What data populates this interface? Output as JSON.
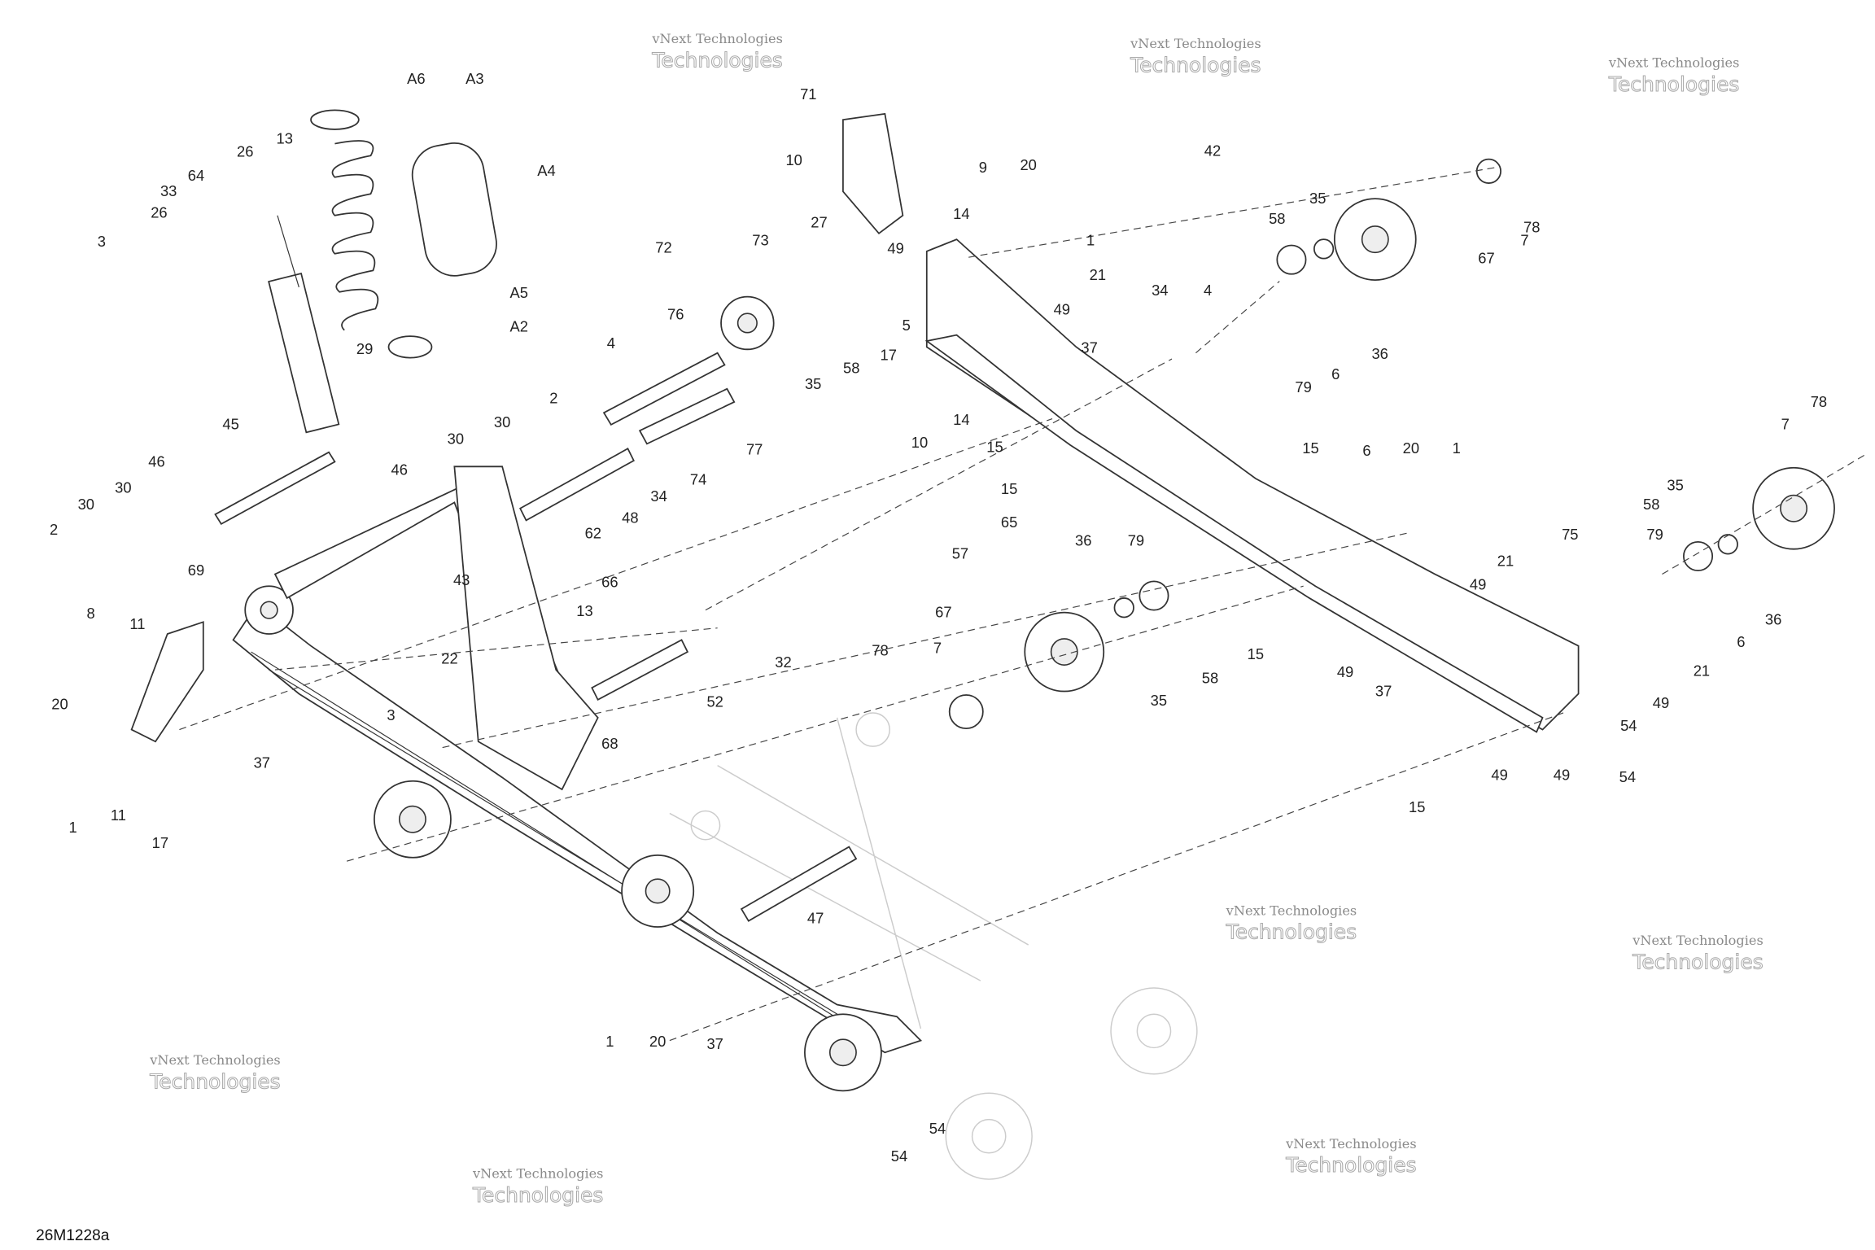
{
  "diagram": {
    "reference_code": "26M1228a",
    "watermark": {
      "line1": "vNext Technologies",
      "line2": "Technologies",
      "line_top": "vNext"
    },
    "callouts": [
      "A6",
      "A3",
      "A4",
      "A5",
      "A2",
      "26",
      "13",
      "64",
      "33",
      "26",
      "3",
      "29",
      "2",
      "30",
      "30",
      "46",
      "45",
      "46",
      "30",
      "30",
      "2",
      "69",
      "8",
      "11",
      "20",
      "11",
      "1",
      "17",
      "37",
      "22",
      "3",
      "43",
      "66",
      "13",
      "32",
      "52",
      "68",
      "47",
      "1",
      "20",
      "37",
      "54",
      "54",
      "76",
      "72",
      "73",
      "27",
      "71",
      "10",
      "9",
      "20",
      "1",
      "21",
      "49",
      "5",
      "17",
      "58",
      "35",
      "4",
      "74",
      "34",
      "48",
      "62",
      "77",
      "14",
      "49",
      "37",
      "10",
      "14",
      "15",
      "15",
      "65",
      "42",
      "35",
      "58",
      "36",
      "6",
      "79",
      "34",
      "4",
      "78",
      "67",
      "7",
      "15",
      "6",
      "20",
      "1",
      "21",
      "49",
      "75",
      "57",
      "36",
      "79",
      "67",
      "7",
      "78",
      "35",
      "58",
      "15",
      "49",
      "37",
      "35",
      "58",
      "79",
      "78",
      "7",
      "36",
      "6",
      "21",
      "49",
      "54",
      "54",
      "49",
      "49",
      "15"
    ]
  }
}
